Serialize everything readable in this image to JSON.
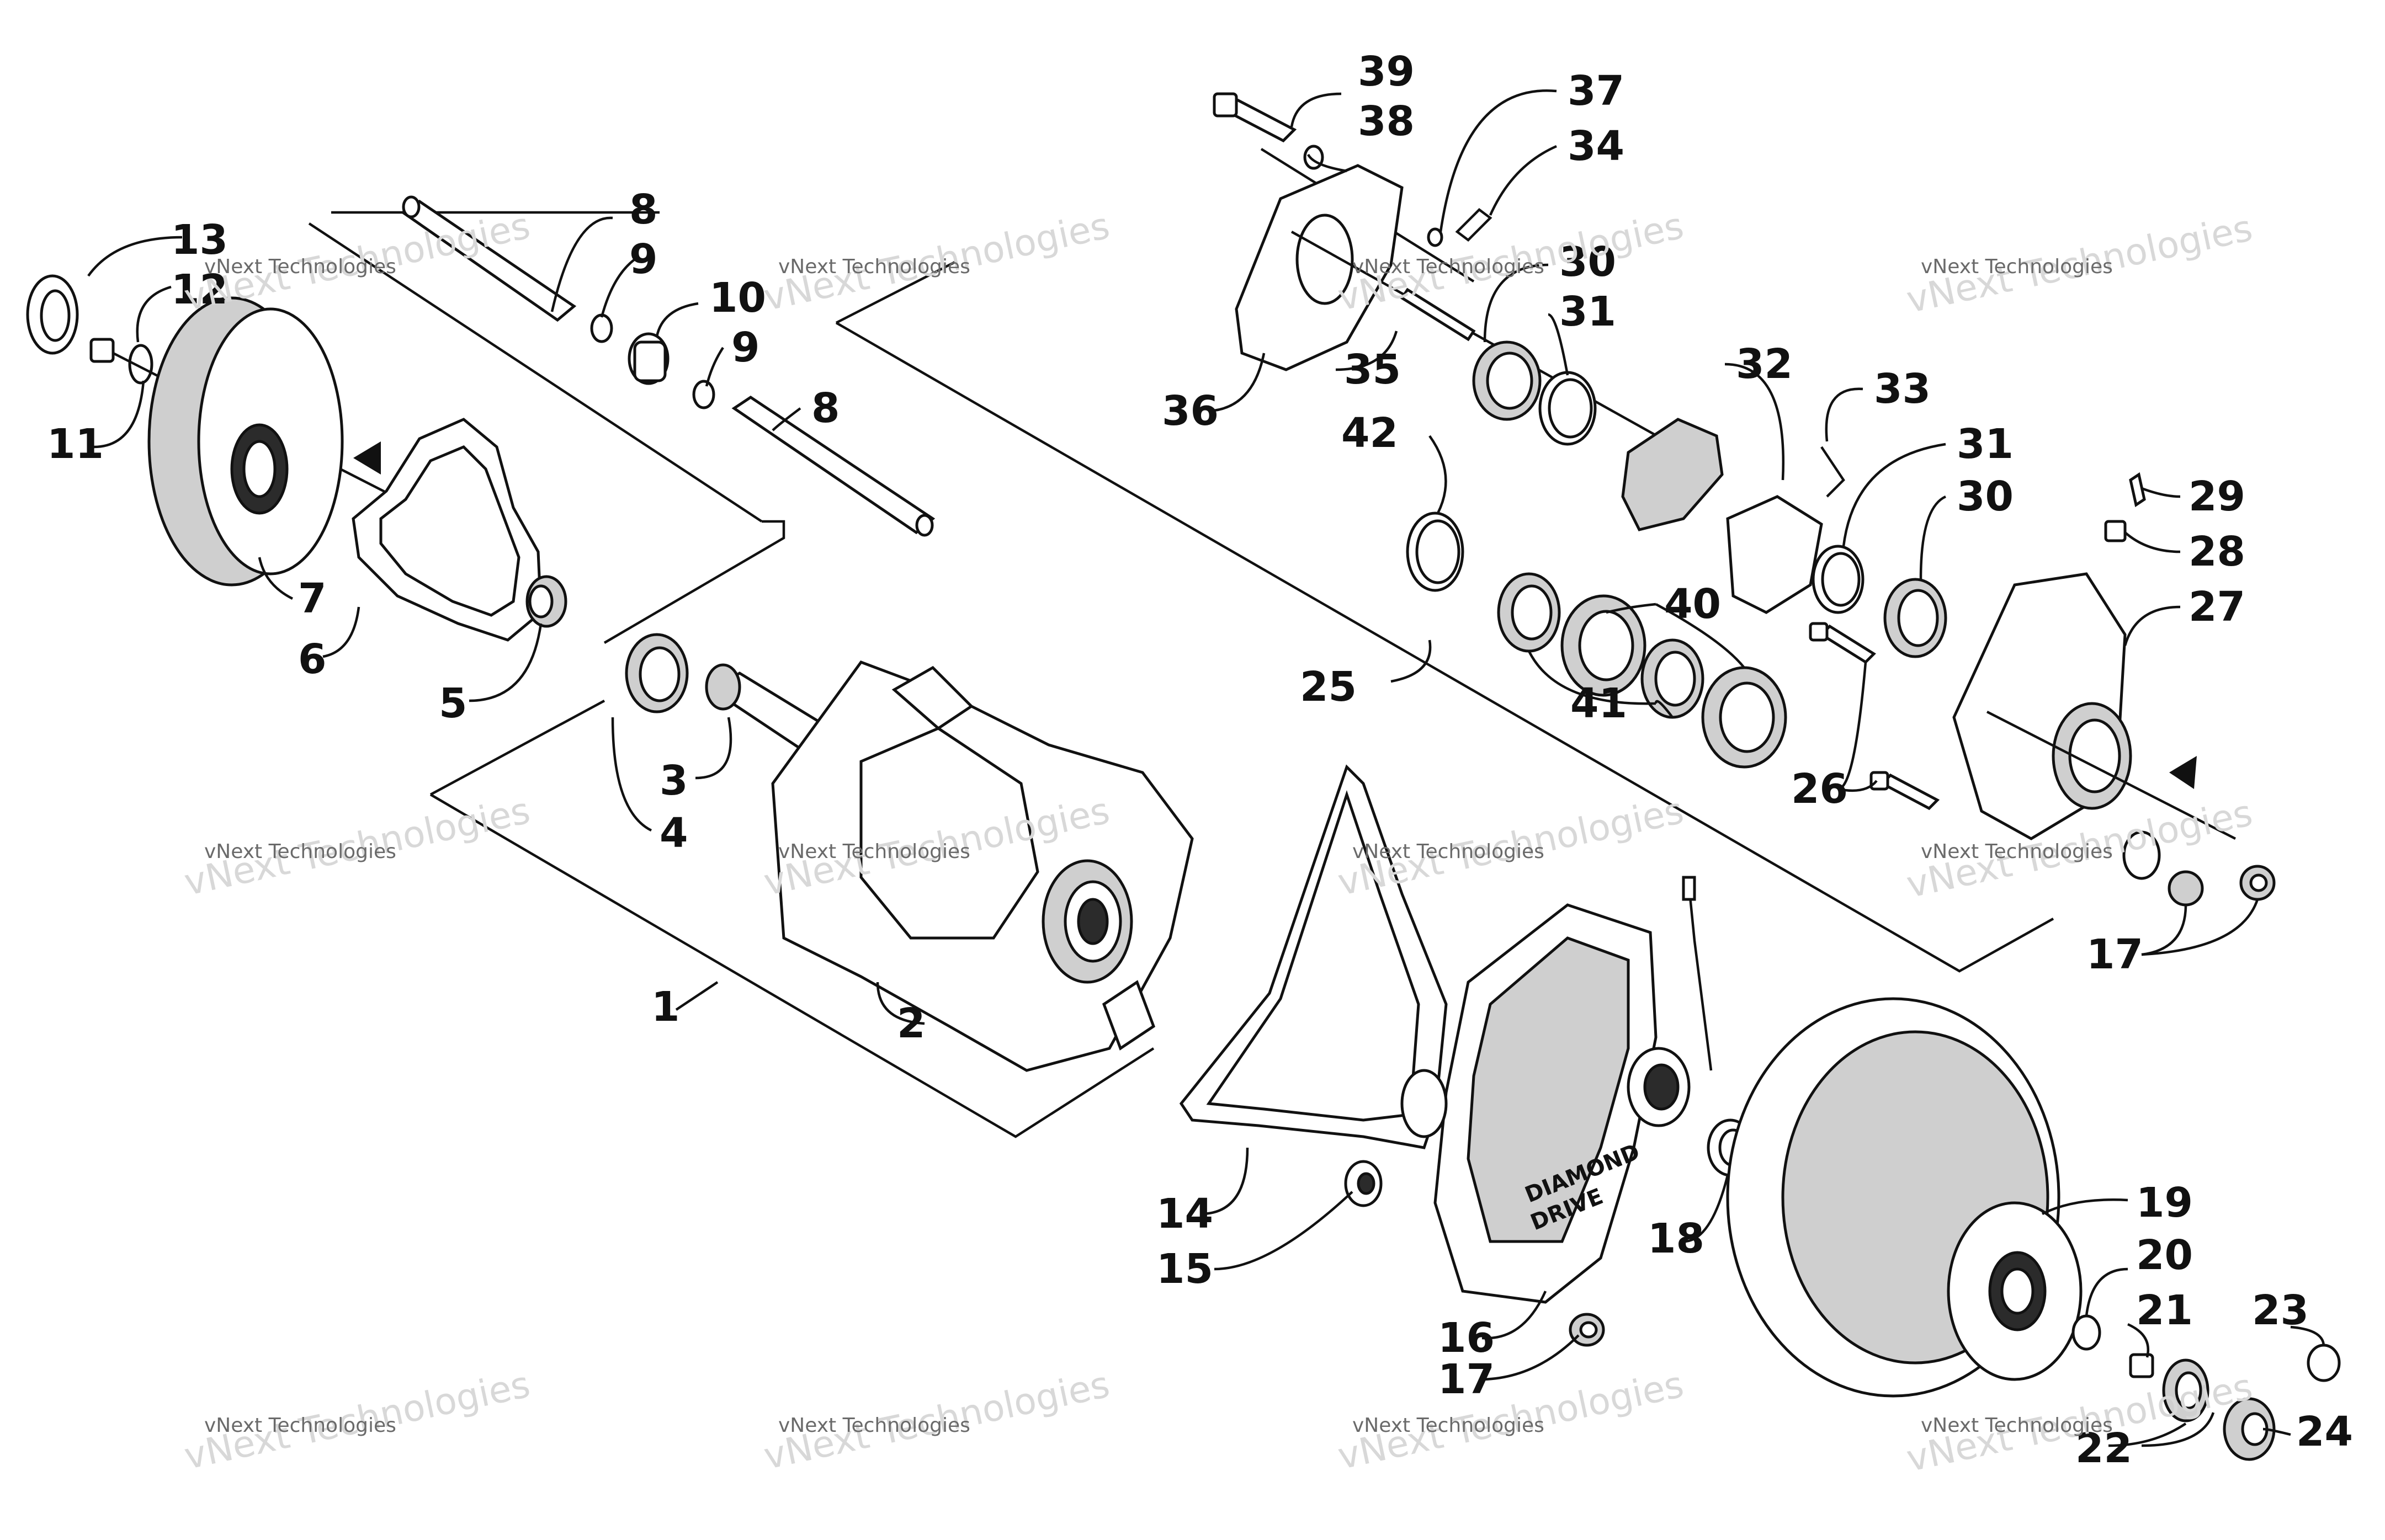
{
  "diagram": {
    "callouts": [
      "1",
      "2",
      "3",
      "4",
      "5",
      "6",
      "7",
      "8",
      "9",
      "10",
      "11",
      "12",
      "13",
      "14",
      "15",
      "16",
      "17",
      "18",
      "19",
      "20",
      "21",
      "22",
      "23",
      "24",
      "25",
      "26",
      "27",
      "28",
      "29",
      "30",
      "31",
      "32",
      "33",
      "34",
      "35",
      "36",
      "37",
      "38",
      "39",
      "40",
      "41",
      "42"
    ],
    "watermark": {
      "small": "vNext Technologies",
      "big": "vNext Technologies"
    },
    "logo": {
      "line1": "DIAMOND",
      "line2": "DRIVE"
    }
  }
}
